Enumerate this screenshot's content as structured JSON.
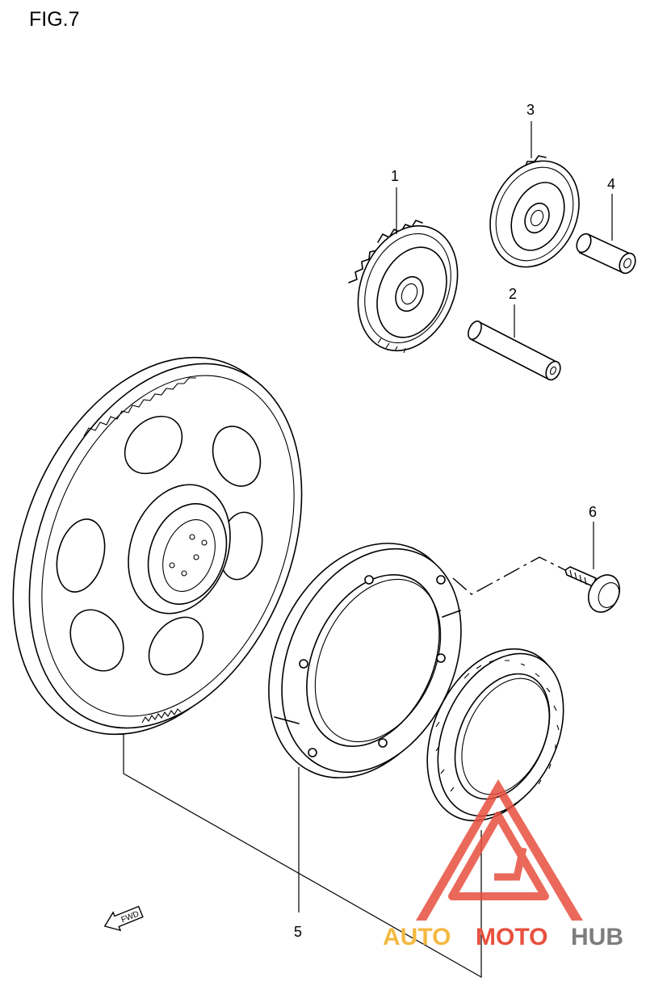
{
  "figure": {
    "title": "FIG.7"
  },
  "callouts": [
    {
      "id": 1,
      "label": "1"
    },
    {
      "id": 2,
      "label": "2"
    },
    {
      "id": 3,
      "label": "3"
    },
    {
      "id": 4,
      "label": "4"
    },
    {
      "id": 5,
      "label": "5"
    },
    {
      "id": 6,
      "label": "6"
    }
  ],
  "direction_arrow": {
    "label": "FWD",
    "icon": "fwd-arrow-icon"
  },
  "watermark": {
    "text_part1": "AUTO",
    "text_part2": "MOTO",
    "text_part3": "HUB",
    "colors": {
      "auto": "#f4b942",
      "moto": "#e8503f",
      "hub": "#7d7d7d",
      "logo": "#e8503f"
    },
    "icon": "triangle-logo-icon"
  }
}
